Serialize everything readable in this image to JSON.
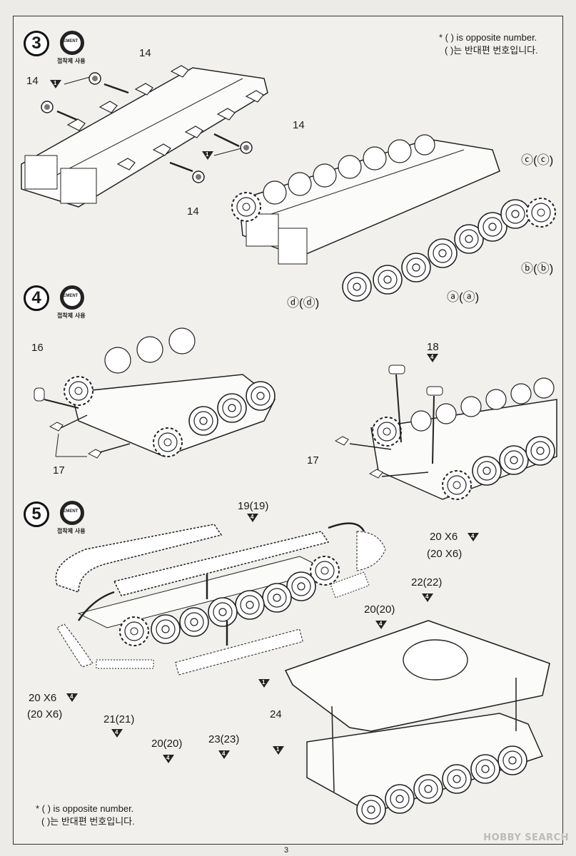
{
  "notes": {
    "top_en": "* (  ) is opposite number.",
    "top_ko": "(  )는 반대편 번호입니다.",
    "bottom_en": "* (  ) is opposite number.",
    "bottom_ko": "(  )는 반대편 번호입니다."
  },
  "cement": {
    "label": "CEMENT",
    "caption": "접착제 사용"
  },
  "steps": [
    {
      "number": "3"
    },
    {
      "number": "4"
    },
    {
      "number": "5"
    }
  ],
  "step3": {
    "part14": "14",
    "tri_1": "1",
    "c": "ⓒ(ⓒ)",
    "b": "ⓑ(ⓑ)",
    "a": "ⓐ(ⓐ)",
    "d": "ⓓ(ⓓ)"
  },
  "step4": {
    "p16": "16",
    "p17": "17",
    "p18": "18",
    "tri_4": "4"
  },
  "step5": {
    "p19": "19(19)",
    "p20a": "20 X6",
    "p20a_sub": "(20 X6)",
    "p22": "22(22)",
    "p20b": "20(20)",
    "p20c": "20 X6",
    "p20c_sub": "(20 X6)",
    "p21": "21(21)",
    "p20d": "20(20)",
    "p23": "23(23)",
    "p24": "24",
    "tri_4": "4",
    "tri_1": "1"
  },
  "page_number": "3",
  "watermark": "HOBBY SEARCH"
}
